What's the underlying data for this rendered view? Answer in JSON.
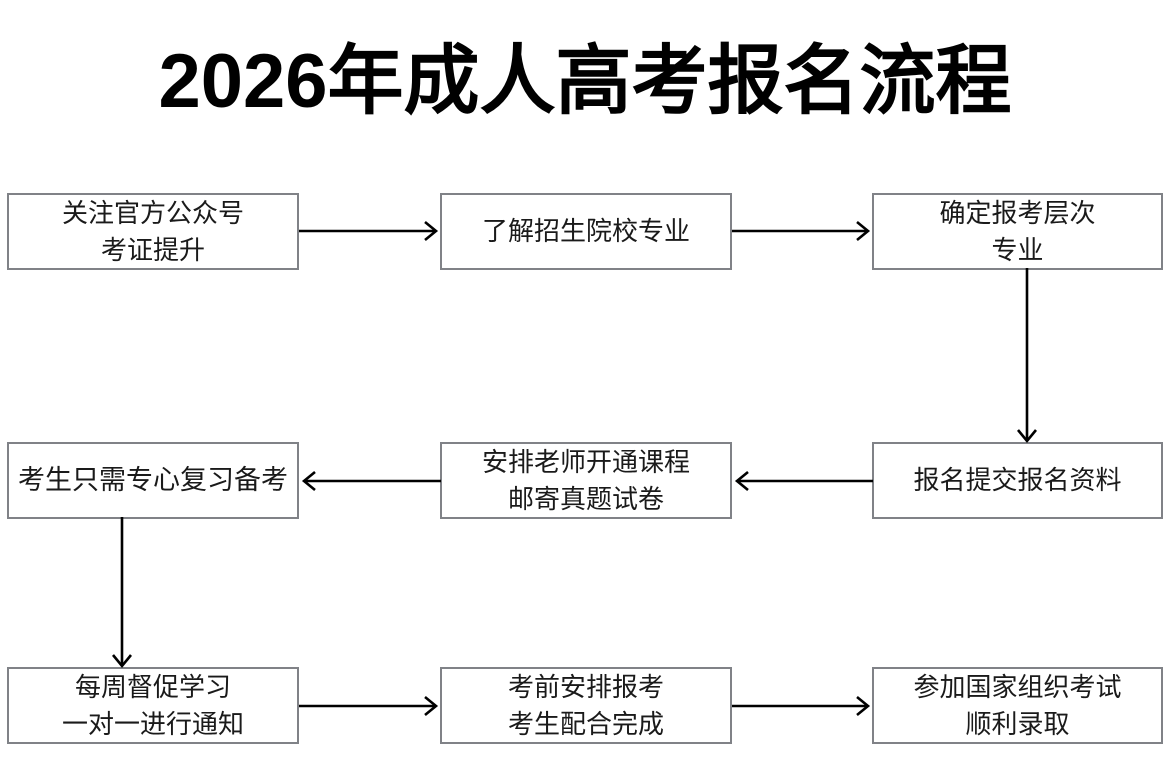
{
  "title": "2026年成人高考报名流程",
  "theme": {
    "background": "#ffffff",
    "box_border": "#808287",
    "box_fill": "#ffffff",
    "text": "#1a1a1a",
    "title_color": "#000000",
    "arrow": "#000000"
  },
  "nodes": [
    {
      "id": "follow-official",
      "lines": [
        "关注官方公众号",
        "考证提升"
      ],
      "row": 1,
      "column": 1
    },
    {
      "id": "learn-programs",
      "lines": [
        "了解招生院校专业"
      ],
      "row": 1,
      "column": 2
    },
    {
      "id": "confirm-level",
      "lines": [
        "确定报考层次",
        "专业"
      ],
      "row": 1,
      "column": 3
    },
    {
      "id": "focus-review",
      "lines": [
        "考生只需专心复习备考"
      ],
      "row": 2,
      "column": 1
    },
    {
      "id": "teacher-course",
      "lines": [
        "安排老师开通课程",
        "邮寄真题试卷"
      ],
      "row": 2,
      "column": 2
    },
    {
      "id": "submit-materials",
      "lines": [
        "报名提交报名资料"
      ],
      "row": 2,
      "column": 3
    },
    {
      "id": "weekly-supervise",
      "lines": [
        "每周督促学习",
        "一对一进行通知"
      ],
      "row": 3,
      "column": 1
    },
    {
      "id": "exam-arrange",
      "lines": [
        "考前安排报考",
        "考生配合完成"
      ],
      "row": 3,
      "column": 2
    },
    {
      "id": "attend-exam",
      "lines": [
        "参加国家组织考试",
        "顺利录取"
      ],
      "row": 3,
      "column": 3
    }
  ],
  "connectors": [
    {
      "id": "r1-a",
      "from": "follow-official",
      "to": "learn-programs",
      "direction": "right"
    },
    {
      "id": "r1-b",
      "from": "learn-programs",
      "to": "confirm-level",
      "direction": "right"
    },
    {
      "id": "col3-down",
      "from": "confirm-level",
      "to": "submit-materials",
      "direction": "down"
    },
    {
      "id": "r2-a",
      "from": "submit-materials",
      "to": "teacher-course",
      "direction": "left"
    },
    {
      "id": "r2-b",
      "from": "teacher-course",
      "to": "focus-review",
      "direction": "left"
    },
    {
      "id": "col1-down",
      "from": "focus-review",
      "to": "weekly-supervise",
      "direction": "down"
    },
    {
      "id": "r3-a",
      "from": "weekly-supervise",
      "to": "exam-arrange",
      "direction": "right"
    },
    {
      "id": "r3-b",
      "from": "exam-arrange",
      "to": "attend-exam",
      "direction": "right"
    }
  ]
}
